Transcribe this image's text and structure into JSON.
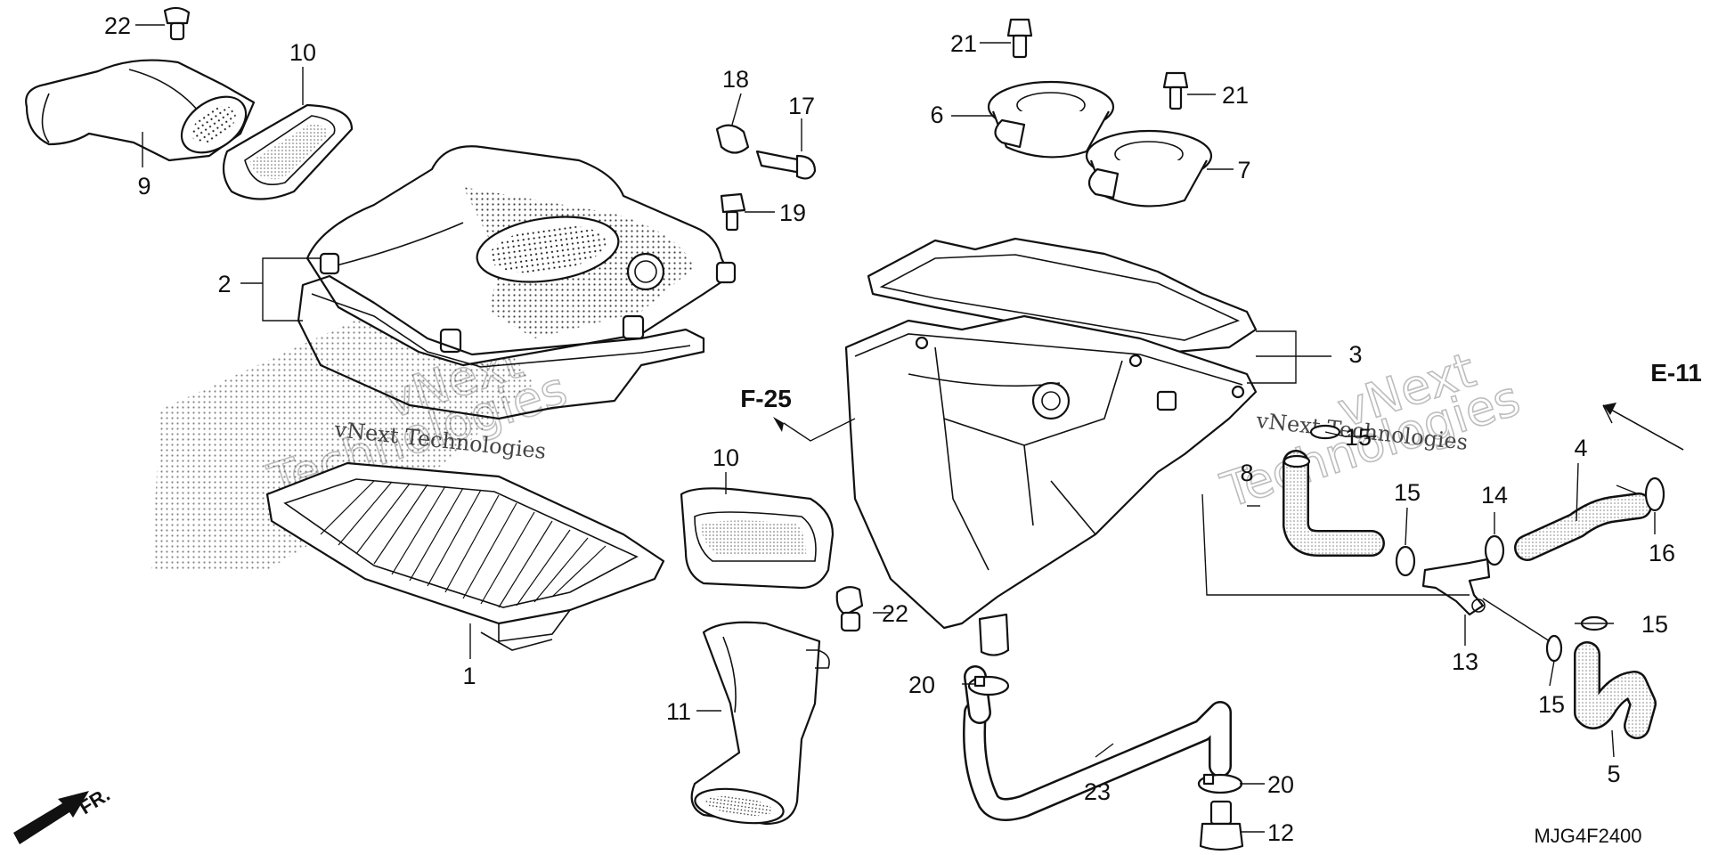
{
  "diagram": {
    "callouts": {
      "c1": "1",
      "c2": "2",
      "c3": "3",
      "c4": "4",
      "c5": "5",
      "c6": "6",
      "c7": "7",
      "c8": "8",
      "c9": "9",
      "c10a": "10",
      "c10b": "10",
      "c11": "11",
      "c12": "12",
      "c13": "13",
      "c14": "14",
      "c15a": "15",
      "c15b": "15",
      "c15c": "15",
      "c15d": "15",
      "c16": "16",
      "c17": "17",
      "c18": "18",
      "c19": "19",
      "c20a": "20",
      "c20b": "20",
      "c21a": "21",
      "c21b": "21",
      "c22a": "22",
      "c22b": "22",
      "c23": "23"
    },
    "refs": {
      "f25": "F-25",
      "e11": "E-11",
      "front": "FR."
    },
    "drawing_code": "MJG4F2400",
    "watermark": {
      "text_a": "vNext",
      "text_b": "Technologies",
      "line": "vNext Technologies"
    }
  }
}
